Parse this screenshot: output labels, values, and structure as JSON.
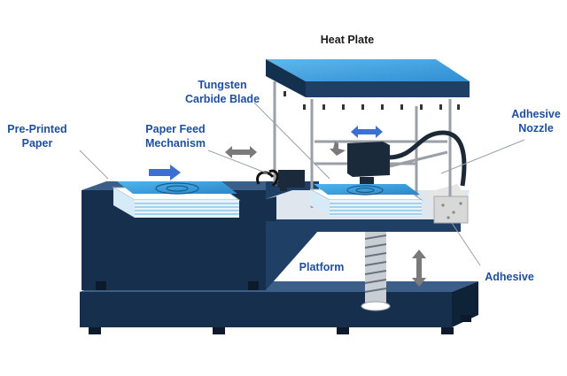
{
  "labels": {
    "heat_plate": "Heat Plate",
    "tungsten_blade": "Tungsten\nCarbide Blade",
    "pre_printed_paper": "Pre-Printed\nPaper",
    "paper_feed": "Paper Feed\nMechanism",
    "adhesive_nozzle": "Adhesive\nNozzle",
    "platform": "Platform",
    "adhesive": "Adhesive"
  },
  "colors": {
    "heat_plate_label": "#1a1a1a",
    "callout_label": "#1f4e9c",
    "machine_dark": "#152f4c",
    "machine_mid": "#1f3f64",
    "paper_blue": "#3aa3e0",
    "arrow_grey": "#7a7a7a",
    "arrow_blue": "#3d6fd0",
    "frame_grey": "#9aa0a6"
  }
}
